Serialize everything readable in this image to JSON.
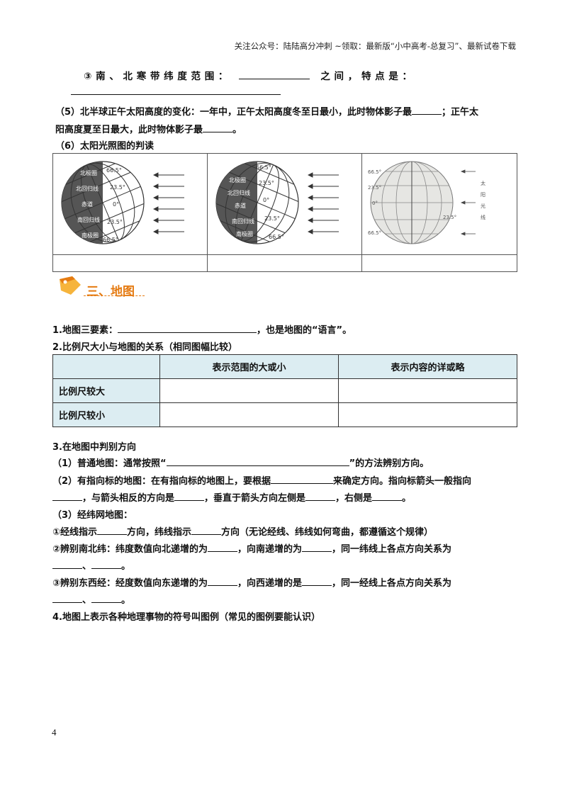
{
  "header": {
    "text": "关注公众号：陆陆高分冲刺  ~领取：最新版“小中高考-总复习”、最新试卷下载"
  },
  "q3_line": {
    "prefix": "③ 南 、 北 寒 带 纬 度 范 围 ：",
    "mid": "之 间 ， 特 点 是 ："
  },
  "item5": {
    "line1_a": "（5）北半球正午太阳高度的变化：一年中，正午太阳高度冬至日最小，此时物体影子最",
    "line1_b": "；正午太",
    "line2_a": "阳高度夏至日最大，此时物体影子最",
    "line2_b": "。"
  },
  "item6": {
    "label": "（6）太阳光照图的判读"
  },
  "globe_labels": {
    "g1": [
      "北极圈",
      "66.5°",
      "北回归线",
      "23.5°",
      "赤道",
      "0°",
      "南回归线",
      "23.5°",
      "南极圈",
      "66.5°"
    ],
    "g2": [
      "北极圈",
      "66.5°",
      "北回归线",
      "23.5°",
      "赤道",
      "0°",
      "南回归线",
      "23.5°",
      "南极圈",
      "66.5°"
    ],
    "g3": [
      "66.5°",
      "23.5°",
      "0°",
      "23.5°",
      "66.5°",
      "太",
      "阳",
      "光",
      "线"
    ]
  },
  "section": {
    "title": "三、地图"
  },
  "map_items": {
    "elements_a": "1.地图三要素：",
    "elements_b": "，也是地图的“语言”。",
    "scale_title": "2.比例尺大小与地图的关系（相同图幅比较）",
    "table": {
      "headers": [
        "",
        "表示范围的大或小",
        "表示内容的详或略"
      ],
      "rows": [
        [
          "比例尺较大",
          "",
          ""
        ],
        [
          "比例尺较小",
          "",
          ""
        ]
      ]
    },
    "direction_title": "3.在地图中判别方向",
    "d1_a": "（1）普通地图：通常按照“",
    "d1_b": "”的方法辨别方向。",
    "d2_a": "（2）有指向标的地图：在有指向标的地图上，要根据",
    "d2_b": "来确定方向。指向标箭头一般指向",
    "d2_c": "，与箭头相反的方向是",
    "d2_d": "，垂直于箭头方向左侧是",
    "d2_e": "，右侧是",
    "d2_f": "。",
    "d3": "（3）经纬网地图：",
    "d3_1a": "①经线指示",
    "d3_1b": "方向，纬线指示",
    "d3_1c": "方向（无论经线、纬线如何弯曲，都遵循这个规律）",
    "d3_2a": "②辨别南北纬：纬度数值向北递增的为",
    "d3_2b": "，向南递增的为",
    "d3_2c": "，同一纬线上各点方向关系为",
    "d3_2d": "、",
    "d3_2e": "。",
    "d3_3a": "③辨别东西经：经度数值向东递增的为",
    "d3_3b": "，向西递增的是",
    "d3_3c": "，同一经线上各点方向关系为",
    "d3_3d": "、",
    "d3_3e": "。",
    "legend": "4.地图上表示各种地理事物的符号叫图例（常见的图例要能认识）"
  },
  "page_number": "4"
}
